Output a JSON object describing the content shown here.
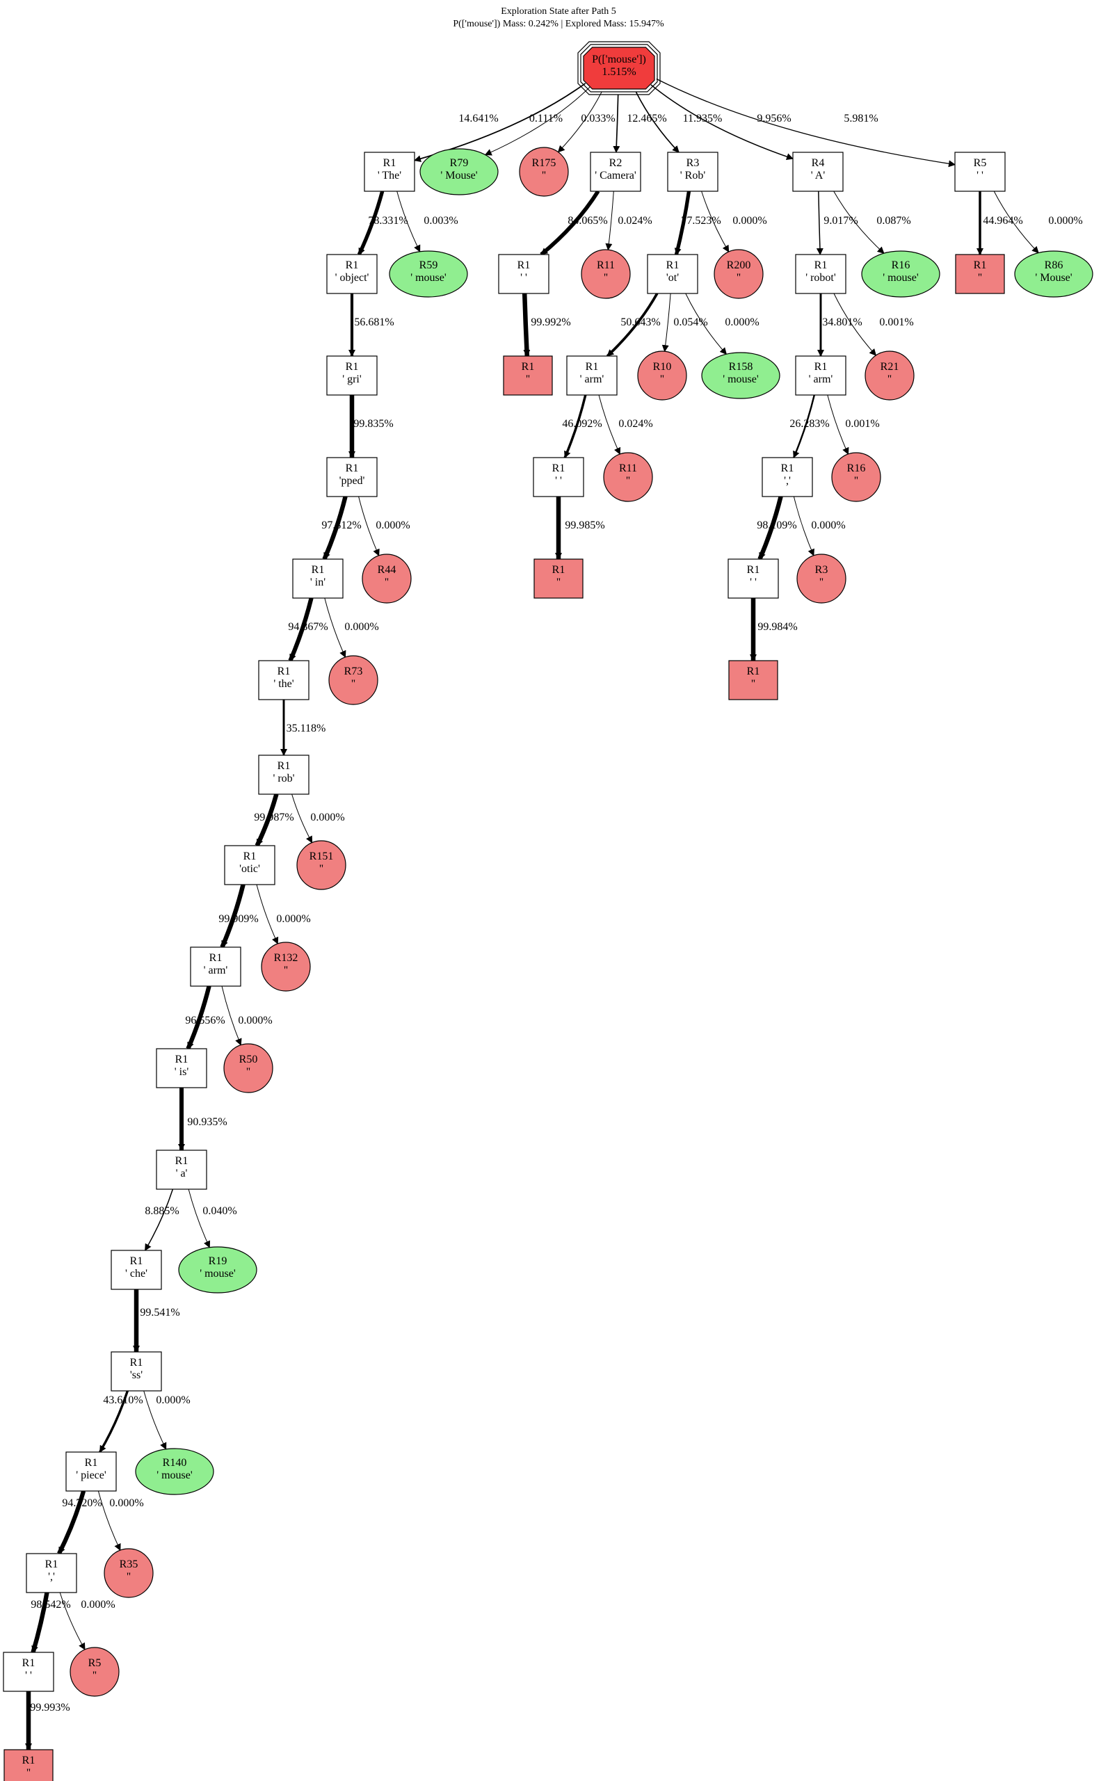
{
  "header": {
    "title": "Exploration State after Path 5",
    "subtitle": "P(['mouse']) Mass: 0.242% | Explored Mass: 15.947%"
  },
  "colors": {
    "root_fill": "#f03c3c",
    "token_fill": "#ffffff",
    "leaf_fill": "#f08080",
    "match_fill": "#90ee90",
    "stroke": "#000000",
    "edge": "#000000"
  },
  "nodes": [
    {
      "id": "root",
      "shape": "octagon",
      "fill": "root",
      "lines": [
        "P(['mouse'])",
        "1.515%"
      ]
    },
    {
      "id": "b1",
      "shape": "box",
      "fill": "white",
      "lines": [
        "R1",
        "' The'"
      ]
    },
    {
      "id": "b1x",
      "shape": "ellipse",
      "fill": "green",
      "lines": [
        "R79",
        "' Mouse'"
      ]
    },
    {
      "id": "b1y",
      "shape": "circle",
      "fill": "red",
      "lines": [
        "R175",
        "''"
      ]
    },
    {
      "id": "b2",
      "shape": "box",
      "fill": "white",
      "lines": [
        "R2",
        "' Camera'"
      ]
    },
    {
      "id": "b3",
      "shape": "box",
      "fill": "white",
      "lines": [
        "R3",
        "' Rob'"
      ]
    },
    {
      "id": "b4",
      "shape": "box",
      "fill": "white",
      "lines": [
        "R4",
        "' A'"
      ]
    },
    {
      "id": "b5",
      "shape": "box",
      "fill": "white",
      "lines": [
        "R5",
        "' '"
      ]
    },
    {
      "id": "c1",
      "shape": "box",
      "fill": "white",
      "lines": [
        "R1",
        "' object'"
      ]
    },
    {
      "id": "c1x",
      "shape": "ellipse",
      "fill": "green",
      "lines": [
        "R59",
        "' mouse'"
      ]
    },
    {
      "id": "c2",
      "shape": "box",
      "fill": "white",
      "lines": [
        "R1",
        "' '"
      ]
    },
    {
      "id": "c2x",
      "shape": "circle",
      "fill": "red",
      "lines": [
        "R11",
        "''"
      ]
    },
    {
      "id": "c3",
      "shape": "box",
      "fill": "white",
      "lines": [
        "R1",
        "'ot'"
      ]
    },
    {
      "id": "c3x",
      "shape": "circle",
      "fill": "red",
      "lines": [
        "R200",
        "''"
      ]
    },
    {
      "id": "c4",
      "shape": "box",
      "fill": "white",
      "lines": [
        "R1",
        "' robot'"
      ]
    },
    {
      "id": "c4x",
      "shape": "ellipse",
      "fill": "green",
      "lines": [
        "R16",
        "' mouse'"
      ]
    },
    {
      "id": "c5",
      "shape": "square",
      "fill": "red",
      "lines": [
        "R1",
        "''"
      ]
    },
    {
      "id": "c5x",
      "shape": "ellipse",
      "fill": "green",
      "lines": [
        "R86",
        "' Mouse'"
      ]
    },
    {
      "id": "d1",
      "shape": "box",
      "fill": "white",
      "lines": [
        "R1",
        "' gri'"
      ]
    },
    {
      "id": "d2",
      "shape": "square",
      "fill": "red",
      "lines": [
        "R1",
        "''"
      ]
    },
    {
      "id": "d3",
      "shape": "box",
      "fill": "white",
      "lines": [
        "R1",
        "' arm'"
      ]
    },
    {
      "id": "d3x",
      "shape": "circle",
      "fill": "red",
      "lines": [
        "R10",
        "''"
      ]
    },
    {
      "id": "d3y",
      "shape": "ellipse",
      "fill": "green",
      "lines": [
        "R158",
        "' mouse'"
      ]
    },
    {
      "id": "d4",
      "shape": "box",
      "fill": "white",
      "lines": [
        "R1",
        "' arm'"
      ]
    },
    {
      "id": "d4x",
      "shape": "circle",
      "fill": "red",
      "lines": [
        "R21",
        "''"
      ]
    },
    {
      "id": "e1",
      "shape": "box",
      "fill": "white",
      "lines": [
        "R1",
        "'pped'"
      ]
    },
    {
      "id": "e3",
      "shape": "box",
      "fill": "white",
      "lines": [
        "R1",
        "' '"
      ]
    },
    {
      "id": "e3x",
      "shape": "circle",
      "fill": "red",
      "lines": [
        "R11",
        "''"
      ]
    },
    {
      "id": "e4",
      "shape": "box",
      "fill": "white",
      "lines": [
        "R1",
        "','"
      ]
    },
    {
      "id": "e4x",
      "shape": "circle",
      "fill": "red",
      "lines": [
        "R16",
        "''"
      ]
    },
    {
      "id": "f1",
      "shape": "box",
      "fill": "white",
      "lines": [
        "R1",
        "' in'"
      ]
    },
    {
      "id": "f1x",
      "shape": "circle",
      "fill": "red",
      "lines": [
        "R44",
        "''"
      ]
    },
    {
      "id": "f3",
      "shape": "square",
      "fill": "red",
      "lines": [
        "R1",
        "''"
      ]
    },
    {
      "id": "f4",
      "shape": "box",
      "fill": "white",
      "lines": [
        "R1",
        "' '"
      ]
    },
    {
      "id": "f4x",
      "shape": "circle",
      "fill": "red",
      "lines": [
        "R3",
        "''"
      ]
    },
    {
      "id": "g1",
      "shape": "box",
      "fill": "white",
      "lines": [
        "R1",
        "' the'"
      ]
    },
    {
      "id": "g1x",
      "shape": "circle",
      "fill": "red",
      "lines": [
        "R73",
        "''"
      ]
    },
    {
      "id": "g4",
      "shape": "square",
      "fill": "red",
      "lines": [
        "R1",
        "''"
      ]
    },
    {
      "id": "h1",
      "shape": "box",
      "fill": "white",
      "lines": [
        "R1",
        "' rob'"
      ]
    },
    {
      "id": "i1",
      "shape": "box",
      "fill": "white",
      "lines": [
        "R1",
        "'otic'"
      ]
    },
    {
      "id": "i1x",
      "shape": "circle",
      "fill": "red",
      "lines": [
        "R151",
        "''"
      ]
    },
    {
      "id": "j1",
      "shape": "box",
      "fill": "white",
      "lines": [
        "R1",
        "' arm'"
      ]
    },
    {
      "id": "j1x",
      "shape": "circle",
      "fill": "red",
      "lines": [
        "R132",
        "''"
      ]
    },
    {
      "id": "k1",
      "shape": "box",
      "fill": "white",
      "lines": [
        "R1",
        "' is'"
      ]
    },
    {
      "id": "k1x",
      "shape": "circle",
      "fill": "red",
      "lines": [
        "R50",
        "''"
      ]
    },
    {
      "id": "l1",
      "shape": "box",
      "fill": "white",
      "lines": [
        "R1",
        "' a'"
      ]
    },
    {
      "id": "m1",
      "shape": "box",
      "fill": "white",
      "lines": [
        "R1",
        "' che'"
      ]
    },
    {
      "id": "m1x",
      "shape": "ellipse",
      "fill": "green",
      "lines": [
        "R19",
        "' mouse'"
      ]
    },
    {
      "id": "n1",
      "shape": "box",
      "fill": "white",
      "lines": [
        "R1",
        "'ss'"
      ]
    },
    {
      "id": "o1",
      "shape": "box",
      "fill": "white",
      "lines": [
        "R1",
        "' piece'"
      ]
    },
    {
      "id": "o1x",
      "shape": "ellipse",
      "fill": "green",
      "lines": [
        "R140",
        "' mouse'"
      ]
    },
    {
      "id": "p1",
      "shape": "box",
      "fill": "white",
      "lines": [
        "R1",
        "','"
      ]
    },
    {
      "id": "p1x",
      "shape": "circle",
      "fill": "red",
      "lines": [
        "R35",
        "''"
      ]
    },
    {
      "id": "q1",
      "shape": "box",
      "fill": "white",
      "lines": [
        "R1",
        "' '"
      ]
    },
    {
      "id": "q1x",
      "shape": "circle",
      "fill": "red",
      "lines": [
        "R5",
        "''"
      ]
    },
    {
      "id": "r1",
      "shape": "square",
      "fill": "red",
      "lines": [
        "R1",
        "''"
      ]
    }
  ],
  "edges": [
    {
      "from": "root",
      "to": "b1",
      "label": "14.641%",
      "weight": 0.146
    },
    {
      "from": "root",
      "to": "b1x",
      "label": "0.111%",
      "weight": 0.001
    },
    {
      "from": "root",
      "to": "b1y",
      "label": "0.033%",
      "weight": 0.0
    },
    {
      "from": "root",
      "to": "b2",
      "label": "12.465%",
      "weight": 0.125
    },
    {
      "from": "root",
      "to": "b3",
      "label": "11.935%",
      "weight": 0.119
    },
    {
      "from": "root",
      "to": "b4",
      "label": "9.956%",
      "weight": 0.1
    },
    {
      "from": "root",
      "to": "b5",
      "label": "5.981%",
      "weight": 0.06
    },
    {
      "from": "b1",
      "to": "c1",
      "label": "78.331%",
      "weight": 0.783
    },
    {
      "from": "b1",
      "to": "c1x",
      "label": "0.003%",
      "weight": 0.0
    },
    {
      "from": "b2",
      "to": "c2",
      "label": "84.065%",
      "weight": 0.841
    },
    {
      "from": "b2",
      "to": "c2x",
      "label": "0.024%",
      "weight": 0.0
    },
    {
      "from": "b3",
      "to": "c3",
      "label": "77.523%",
      "weight": 0.775
    },
    {
      "from": "b3",
      "to": "c3x",
      "label": "0.000%",
      "weight": 0.0
    },
    {
      "from": "b4",
      "to": "c4",
      "label": "9.017%",
      "weight": 0.09
    },
    {
      "from": "b4",
      "to": "c4x",
      "label": "0.087%",
      "weight": 0.001
    },
    {
      "from": "b5",
      "to": "c5",
      "label": "44.964%",
      "weight": 0.45
    },
    {
      "from": "b5",
      "to": "c5x",
      "label": "0.000%",
      "weight": 0.0
    },
    {
      "from": "c1",
      "to": "d1",
      "label": "56.681%",
      "weight": 0.567
    },
    {
      "from": "c2",
      "to": "d2",
      "label": "99.992%",
      "weight": 1.0
    },
    {
      "from": "c3",
      "to": "d3",
      "label": "50.643%",
      "weight": 0.506
    },
    {
      "from": "c3",
      "to": "d3x",
      "label": "0.054%",
      "weight": 0.001
    },
    {
      "from": "c3",
      "to": "d3y",
      "label": "0.000%",
      "weight": 0.0
    },
    {
      "from": "c4",
      "to": "d4",
      "label": "34.801%",
      "weight": 0.348
    },
    {
      "from": "c4",
      "to": "d4x",
      "label": "0.001%",
      "weight": 0.0
    },
    {
      "from": "d1",
      "to": "e1",
      "label": "99.835%",
      "weight": 0.998
    },
    {
      "from": "d3",
      "to": "e3",
      "label": "46.092%",
      "weight": 0.461
    },
    {
      "from": "d3",
      "to": "e3x",
      "label": "0.024%",
      "weight": 0.0
    },
    {
      "from": "d4",
      "to": "e4",
      "label": "26.283%",
      "weight": 0.263
    },
    {
      "from": "d4",
      "to": "e4x",
      "label": "0.001%",
      "weight": 0.0
    },
    {
      "from": "e1",
      "to": "f1",
      "label": "97.312%",
      "weight": 0.973
    },
    {
      "from": "e1",
      "to": "f1x",
      "label": "0.000%",
      "weight": 0.0
    },
    {
      "from": "e3",
      "to": "f3",
      "label": "99.985%",
      "weight": 1.0
    },
    {
      "from": "e4",
      "to": "f4",
      "label": "98.109%",
      "weight": 0.981
    },
    {
      "from": "e4",
      "to": "f4x",
      "label": "0.000%",
      "weight": 0.0
    },
    {
      "from": "f1",
      "to": "g1",
      "label": "94.367%",
      "weight": 0.944
    },
    {
      "from": "f1",
      "to": "g1x",
      "label": "0.000%",
      "weight": 0.0
    },
    {
      "from": "f4",
      "to": "g4",
      "label": "99.984%",
      "weight": 1.0
    },
    {
      "from": "g1",
      "to": "h1",
      "label": "35.118%",
      "weight": 0.351
    },
    {
      "from": "h1",
      "to": "i1",
      "label": "99.987%",
      "weight": 1.0
    },
    {
      "from": "h1",
      "to": "i1x",
      "label": "0.000%",
      "weight": 0.0
    },
    {
      "from": "i1",
      "to": "j1",
      "label": "99.909%",
      "weight": 0.999
    },
    {
      "from": "i1",
      "to": "j1x",
      "label": "0.000%",
      "weight": 0.0
    },
    {
      "from": "j1",
      "to": "k1",
      "label": "96.556%",
      "weight": 0.966
    },
    {
      "from": "j1",
      "to": "k1x",
      "label": "0.000%",
      "weight": 0.0
    },
    {
      "from": "k1",
      "to": "l1",
      "label": "90.935%",
      "weight": 0.909
    },
    {
      "from": "l1",
      "to": "m1",
      "label": "8.885%",
      "weight": 0.089
    },
    {
      "from": "l1",
      "to": "m1x",
      "label": "0.040%",
      "weight": 0.0
    },
    {
      "from": "m1",
      "to": "n1",
      "label": "99.541%",
      "weight": 0.995
    },
    {
      "from": "n1",
      "to": "o1",
      "label": "43.610%",
      "weight": 0.436
    },
    {
      "from": "n1",
      "to": "o1x",
      "label": "0.000%",
      "weight": 0.0
    },
    {
      "from": "o1",
      "to": "p1",
      "label": "94.720%",
      "weight": 0.947
    },
    {
      "from": "o1",
      "to": "p1x",
      "label": "0.000%",
      "weight": 0.0
    },
    {
      "from": "p1",
      "to": "q1",
      "label": "98.542%",
      "weight": 0.985
    },
    {
      "from": "p1",
      "to": "q1x",
      "label": "0.000%",
      "weight": 0.0
    },
    {
      "from": "q1",
      "to": "r1",
      "label": "99.993%",
      "weight": 1.0
    }
  ]
}
